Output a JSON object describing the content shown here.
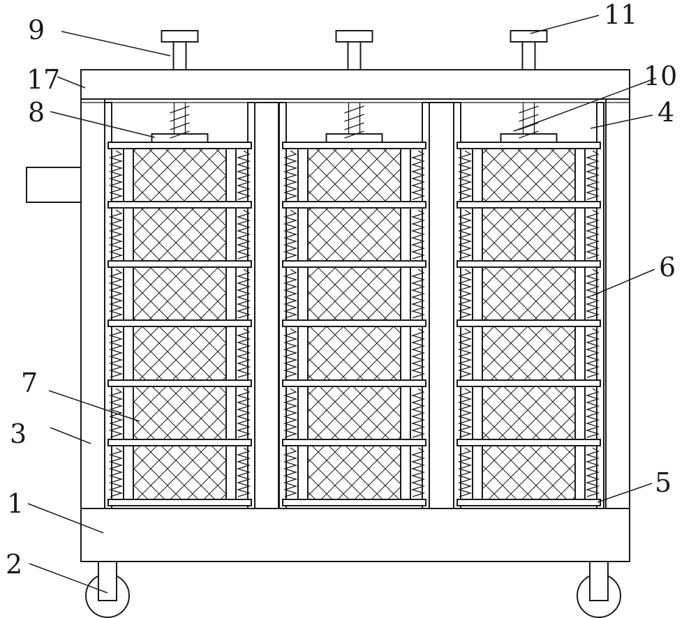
{
  "labels": [
    "1",
    "2",
    "3",
    "4",
    "5",
    "6",
    "7",
    "8",
    "9",
    "10",
    "11",
    "17"
  ],
  "colors": {
    "stroke": "#1a1a1a",
    "background": "#ffffff"
  }
}
